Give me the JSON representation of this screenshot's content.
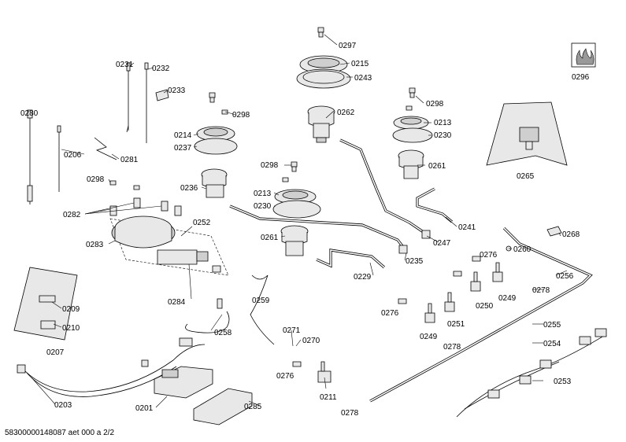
{
  "callouts": [
    {
      "id": "c0297",
      "text": "0297"
    },
    {
      "id": "c0215",
      "text": "0215"
    },
    {
      "id": "c0243",
      "text": "0243"
    },
    {
      "id": "c0231",
      "text": "0231"
    },
    {
      "id": "c0232",
      "text": "0232"
    },
    {
      "id": "c0233",
      "text": "0233"
    },
    {
      "id": "c0296",
      "text": "0296"
    },
    {
      "id": "c0280",
      "text": "0280"
    },
    {
      "id": "c0298a",
      "text": "0298"
    },
    {
      "id": "c0262",
      "text": "0262"
    },
    {
      "id": "c0298b",
      "text": "0298"
    },
    {
      "id": "c0214",
      "text": "0214"
    },
    {
      "id": "c0213a",
      "text": "0213"
    },
    {
      "id": "c0230a",
      "text": "0230"
    },
    {
      "id": "c0237",
      "text": "0237"
    },
    {
      "id": "c0206",
      "text": "0206"
    },
    {
      "id": "c0281",
      "text": "0281"
    },
    {
      "id": "c0298c",
      "text": "0298"
    },
    {
      "id": "c0261a",
      "text": "0261"
    },
    {
      "id": "c0265",
      "text": "0265"
    },
    {
      "id": "c0298d",
      "text": "0298"
    },
    {
      "id": "c0236",
      "text": "0236"
    },
    {
      "id": "c0213b",
      "text": "0213"
    },
    {
      "id": "c0230b",
      "text": "0230"
    },
    {
      "id": "c0241",
      "text": "0241"
    },
    {
      "id": "c0282",
      "text": "0282"
    },
    {
      "id": "c0252",
      "text": "0252"
    },
    {
      "id": "c0247",
      "text": "0247"
    },
    {
      "id": "c0268",
      "text": "0268"
    },
    {
      "id": "c0261b",
      "text": "0261"
    },
    {
      "id": "c0283",
      "text": "0283"
    },
    {
      "id": "c0260",
      "text": "0260"
    },
    {
      "id": "c0276a",
      "text": "0276"
    },
    {
      "id": "c0235",
      "text": "0235"
    },
    {
      "id": "c0229",
      "text": "0229"
    },
    {
      "id": "c0256",
      "text": "0256"
    },
    {
      "id": "c0284",
      "text": "0284"
    },
    {
      "id": "c0259",
      "text": "0259"
    },
    {
      "id": "c0278a",
      "text": "0278"
    },
    {
      "id": "c0249a",
      "text": "0249"
    },
    {
      "id": "c0209",
      "text": "0209"
    },
    {
      "id": "c0276b",
      "text": "0276"
    },
    {
      "id": "c0250",
      "text": "0250"
    },
    {
      "id": "c0251",
      "text": "0251"
    },
    {
      "id": "c0255",
      "text": "0255"
    },
    {
      "id": "c0210",
      "text": "0210"
    },
    {
      "id": "c0271",
      "text": "0271"
    },
    {
      "id": "c0258",
      "text": "0258"
    },
    {
      "id": "c0270",
      "text": "0270"
    },
    {
      "id": "c0249b",
      "text": "0249"
    },
    {
      "id": "c0254",
      "text": "0254"
    },
    {
      "id": "c0278b",
      "text": "0278"
    },
    {
      "id": "c0207",
      "text": "0207"
    },
    {
      "id": "c0276c",
      "text": "0276"
    },
    {
      "id": "c0253",
      "text": "0253"
    },
    {
      "id": "c0211",
      "text": "0211"
    },
    {
      "id": "c0203",
      "text": "0203"
    },
    {
      "id": "c0201",
      "text": "0201"
    },
    {
      "id": "c0285",
      "text": "0285"
    },
    {
      "id": "c0278c",
      "text": "0278"
    }
  ],
  "footer": "58300000148087 aet 000 a 2/2"
}
